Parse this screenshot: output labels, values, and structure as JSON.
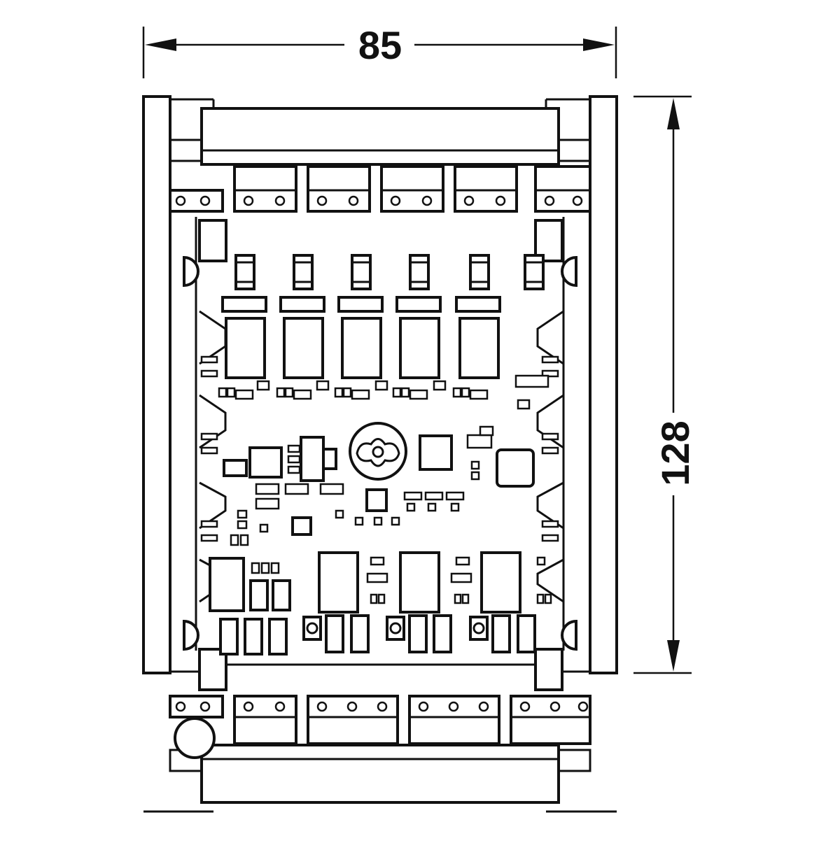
{
  "dimensions": {
    "width_label": "85",
    "height_label": "128"
  },
  "colors": {
    "line": "#111111",
    "background": "#ffffff"
  },
  "drawing": {
    "top_terminal_blocks": 6,
    "bottom_terminal_blocks": 5,
    "relays": 5,
    "mounting_holes": 4
  }
}
